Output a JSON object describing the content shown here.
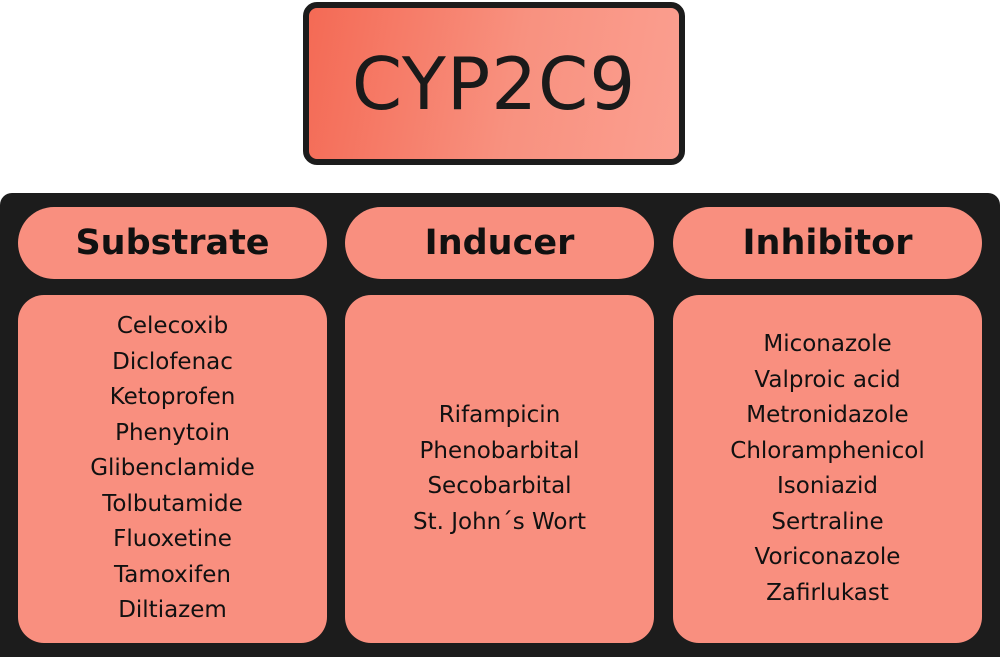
{
  "title": "CYP2C9",
  "columns": [
    {
      "header": "Substrate",
      "items": [
        "Celecoxib",
        "Diclofenac",
        "Ketoprofen",
        "Phenytoin",
        "Glibenclamide",
        "Tolbutamide",
        "Fluoxetine",
        "Tamoxifen",
        "Diltiazem"
      ]
    },
    {
      "header": "Inducer",
      "items": [
        "Rifampicin",
        "Phenobarbital",
        "Secobarbital",
        "St. John´s Wort"
      ]
    },
    {
      "header": "Inhibitor",
      "items": [
        "Miconazole",
        "Valproic acid",
        "Metronidazole",
        "Chloramphenicol",
        "Isoniazid",
        "Sertraline",
        "Voriconazole",
        "Zafirlukast"
      ]
    }
  ],
  "colors": {
    "box_fill": "#f98f7f",
    "title_gradient_start": "#f46a55",
    "panel_background": "#1c1c1c",
    "text": "#111111"
  }
}
